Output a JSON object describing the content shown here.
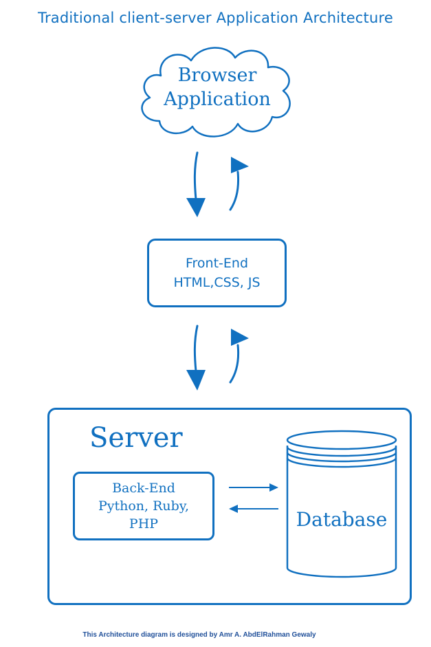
{
  "title": "Traditional client-server Application Architecture",
  "browser": {
    "line1": "Browser",
    "line2": "Application"
  },
  "frontend": {
    "line1": "Front-End",
    "line2": "HTML,CSS, JS"
  },
  "server": {
    "label": "Server"
  },
  "backend": {
    "line1": "Back-End",
    "line2": "Python, Ruby,",
    "line3": "PHP"
  },
  "database": {
    "label": "Database"
  },
  "credit": "This Architecture diagram is designed by Amr A. AbdElRahman Gewaly",
  "colors": {
    "primary": "#1070c0",
    "credit": "#1f4f99"
  }
}
